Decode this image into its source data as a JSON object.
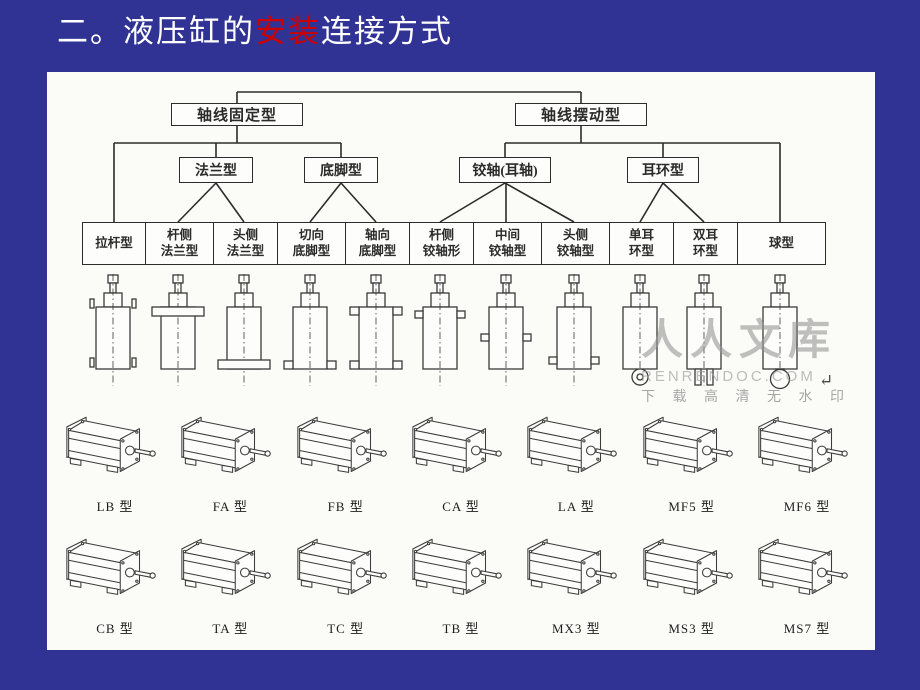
{
  "title": {
    "prefix": "二。液压缸的",
    "highlight": "安装",
    "suffix": "连接方式"
  },
  "colors": {
    "background": "#303394",
    "title_text": "#ffffff",
    "title_highlight": "#cc0000",
    "panel": "#fbfbf8",
    "line_ink": "#2c2c2c",
    "watermark": "#969696"
  },
  "tree": {
    "roots": [
      {
        "label": "轴线固定型"
      },
      {
        "label": "轴线摆动型"
      }
    ],
    "branches": [
      {
        "label": "法兰型"
      },
      {
        "label": "底脚型"
      },
      {
        "label": "铰轴(耳轴)"
      },
      {
        "label": "耳环型"
      }
    ],
    "leaves": [
      [
        "拉杆型"
      ],
      [
        "杆侧",
        "法兰型"
      ],
      [
        "头侧",
        "法兰型"
      ],
      [
        "切向",
        "底脚型"
      ],
      [
        "轴向",
        "底脚型"
      ],
      [
        "杆侧",
        "铰轴形"
      ],
      [
        "中间",
        "铰轴型"
      ],
      [
        "头侧",
        "铰轴型"
      ],
      [
        "单耳",
        "环型"
      ],
      [
        "双耳",
        "环型"
      ],
      [
        "球型"
      ]
    ]
  },
  "watermark": {
    "brand": "人人文库",
    "domain": "RENRENDOC.COM",
    "slogan": "下 载 高 清 无 水 印"
  },
  "return_mark": "↵",
  "gallery": {
    "row1": [
      "LB 型",
      "FA 型",
      "FB 型",
      "CA 型",
      "LA 型",
      "MF5 型",
      "MF6 型"
    ],
    "row2": [
      "CB 型",
      "TA 型",
      "TC 型",
      "TB 型",
      "MX3 型",
      "MS3 型",
      "MS7 型"
    ]
  }
}
